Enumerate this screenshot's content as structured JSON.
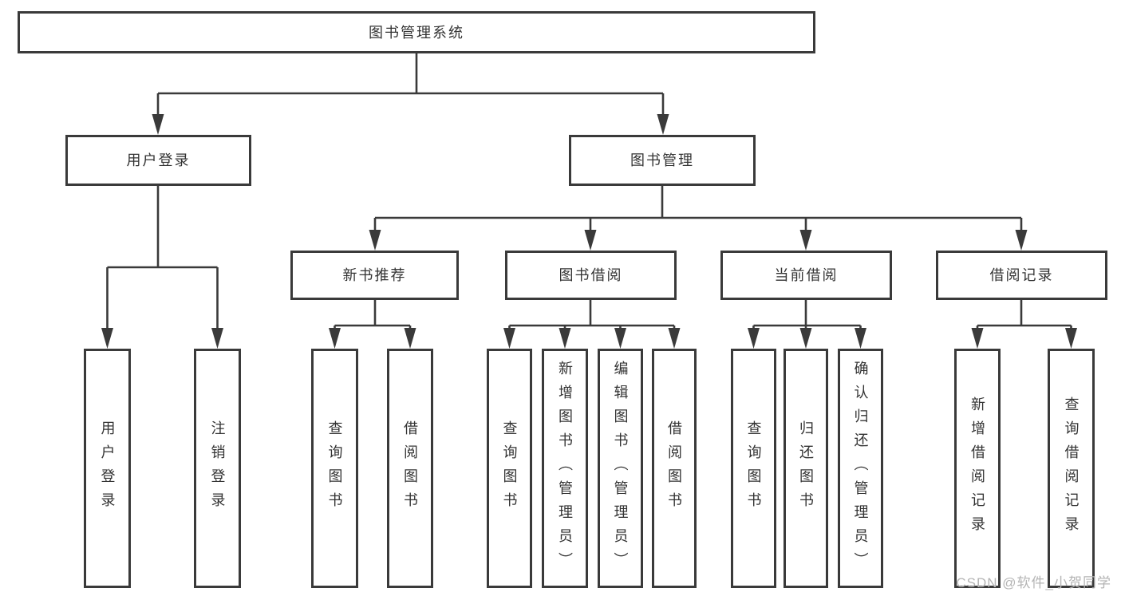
{
  "diagram_type": "hierarchy-tree",
  "root": {
    "label": "图书管理系统"
  },
  "level2": [
    {
      "label": "用户登录"
    },
    {
      "label": "图书管理"
    }
  ],
  "level3": [
    {
      "label": "新书推荐",
      "parent": "图书管理"
    },
    {
      "label": "图书借阅",
      "parent": "图书管理"
    },
    {
      "label": "当前借阅",
      "parent": "图书管理"
    },
    {
      "label": "借阅记录",
      "parent": "图书管理"
    }
  ],
  "leaves": [
    {
      "label": "用户登录",
      "parent": "用户登录"
    },
    {
      "label": "注销登录",
      "parent": "用户登录"
    },
    {
      "label": "查询图书",
      "parent": "新书推荐"
    },
    {
      "label": "借阅图书",
      "parent": "新书推荐"
    },
    {
      "label": "查询图书",
      "parent": "图书借阅"
    },
    {
      "label": "新增图书（管理员）",
      "parent": "图书借阅"
    },
    {
      "label": "编辑图书（管理员）",
      "parent": "图书借阅"
    },
    {
      "label": "借阅图书",
      "parent": "图书借阅"
    },
    {
      "label": "查询图书",
      "parent": "当前借阅"
    },
    {
      "label": "归还图书",
      "parent": "当前借阅"
    },
    {
      "label": "确认归还（管理员）",
      "parent": "当前借阅"
    },
    {
      "label": "新增借阅记录",
      "parent": "借阅记录"
    },
    {
      "label": "查询借阅记录",
      "parent": "借阅记录"
    }
  ],
  "watermark": "CSDN @软件_小贺同学",
  "colors": {
    "line": "#3a3a3a",
    "text": "#333333",
    "box_background": "#ffffff",
    "watermark": "#b4b4b4"
  }
}
